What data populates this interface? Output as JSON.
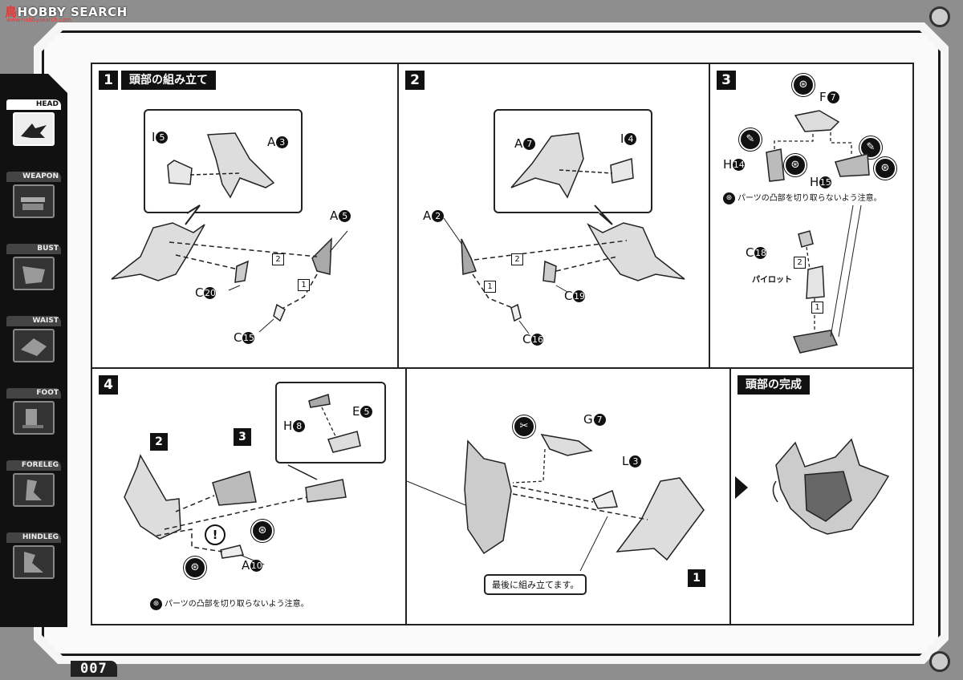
{
  "watermark": {
    "brand_a": "鳥",
    "brand_b": "HOBBY SEARCH",
    "sub": "www.hobbysearch.com"
  },
  "page_number": "007",
  "sidebar": {
    "tabs": [
      {
        "label": "HEAD",
        "active": true
      },
      {
        "label": "WEAPON",
        "active": false
      },
      {
        "label": "BUST",
        "active": false
      },
      {
        "label": "WAIST",
        "active": false
      },
      {
        "label": "FOOT",
        "active": false
      },
      {
        "label": "FORELEG",
        "active": false
      },
      {
        "label": "HINDLEG",
        "active": false
      }
    ]
  },
  "step1": {
    "number": "1",
    "title": "頭部の組み立て",
    "labels": {
      "i": "I",
      "i_n": "5",
      "a3": "A",
      "a3_n": "3",
      "a5": "A",
      "a5_n": "5",
      "c20": "C",
      "c20_n": "20",
      "c15": "C",
      "c15_n": "15"
    },
    "seq": [
      "2",
      "1"
    ]
  },
  "step2": {
    "number": "2",
    "labels": {
      "a7": "A",
      "a7_n": "7",
      "i4": "I",
      "i4_n": "4",
      "a2": "A",
      "a2_n": "2",
      "c19": "C",
      "c19_n": "19",
      "c16": "C",
      "c16_n": "16"
    },
    "seq": [
      "2",
      "1"
    ]
  },
  "step3": {
    "number": "3",
    "labels": {
      "f7": "F",
      "f7_n": "7",
      "h14": "H",
      "h14_n": "14",
      "h15": "H",
      "h15_n": "15",
      "c18": "C",
      "c18_n": "18",
      "pilot": "パイロット"
    },
    "note": "パーツの凸部を切り取らないよう注意。",
    "seq": [
      "2",
      "1"
    ]
  },
  "step4": {
    "number": "4",
    "sub_steps": [
      "2",
      "3"
    ],
    "labels": {
      "h8": "H",
      "h8_n": "8",
      "e5": "E",
      "e5_n": "5",
      "a10": "A",
      "a10_n": "10"
    },
    "warn": "!",
    "note": "パーツの凸部を切り取らないよう注意。"
  },
  "step5": {
    "labels": {
      "g7": "G",
      "g7_n": "7",
      "l3": "L",
      "l3_n": "3"
    },
    "callout": "最後に組み立てます。",
    "sub_step": "1"
  },
  "complete": {
    "title": "頭部の完成"
  }
}
